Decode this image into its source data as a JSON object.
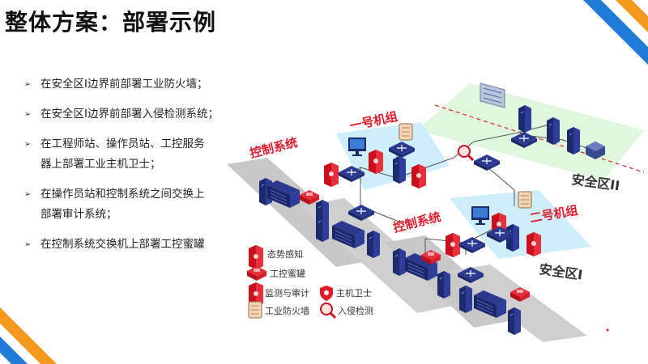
{
  "title": "整体方案：部署示例",
  "bullets": [
    {
      "text": "在安全区I边界前部署工业防火墙；"
    },
    {
      "text": "在安全区I边界前部署入侵检测系统；"
    },
    {
      "text": "在工程师站、操作员站、工控服务"
    },
    {
      "text": "器上部署工业主机卫士；",
      "continuation": true
    },
    {
      "text": "在操作员站和控制系统之间交换上"
    },
    {
      "text": "部署审计系统；",
      "continuation": true
    },
    {
      "text": "在控制系统交换机上部署工控蜜罐"
    }
  ],
  "diagram": {
    "group1": "一号机组",
    "group2": "二号机组",
    "control1": "控制系统",
    "control2": "控制系统",
    "zone2": "安全区II",
    "zone1": "安全区I"
  },
  "legend": {
    "situational": "态势感知",
    "honeypot": "工控蜜罐",
    "audit": "监测与审计",
    "host_guard": "主机卫士",
    "firewall": "工业防火墙",
    "ids": "入侵检测"
  },
  "colors": {
    "red": "#e01b2a",
    "blue_zone": "#cfeefb",
    "green_zone": "#dff7dc",
    "gray_floor": "#c8c8c8",
    "orange_corner": "#f39a1e",
    "blue_corner": "#1f7bd6"
  }
}
